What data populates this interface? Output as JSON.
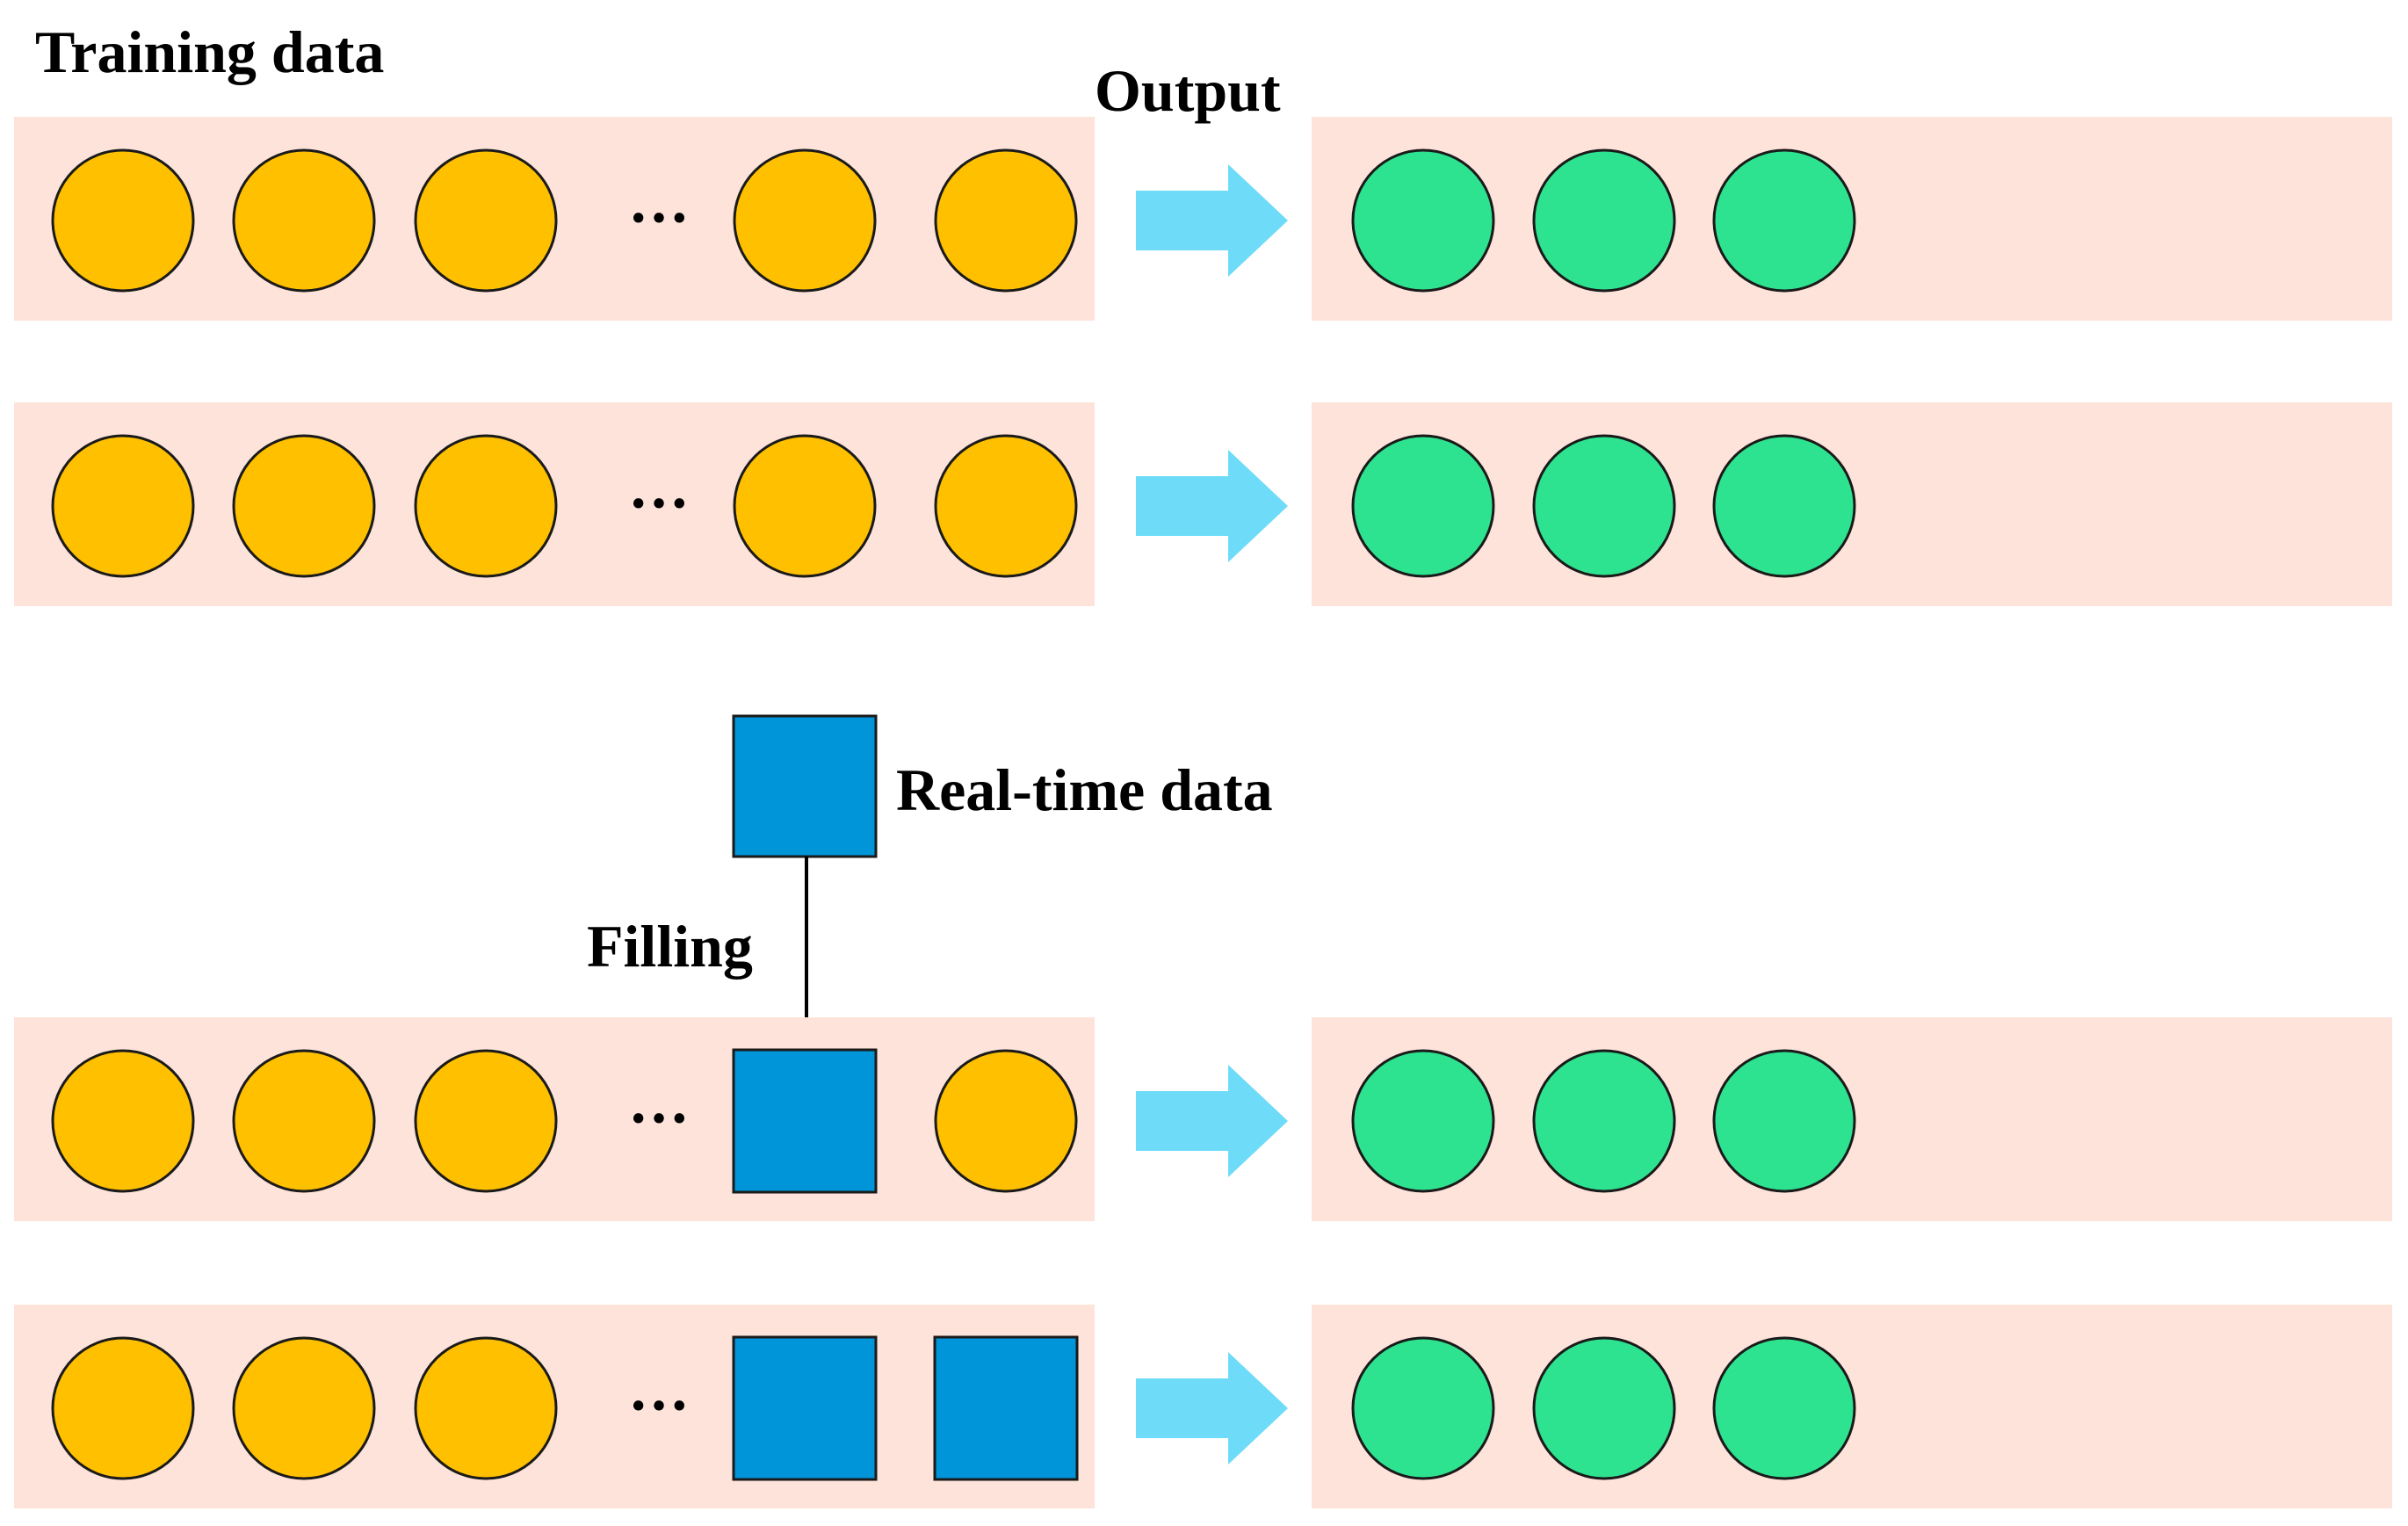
{
  "labels": {
    "training_data": "Training data",
    "output": "Output",
    "real_time_data": "Real-time data",
    "filling": "Filling"
  },
  "ellipsis": "···",
  "colors": {
    "panel": "#fde3da",
    "input_circle": "#ffc000",
    "output_circle": "#2ee38f",
    "real_time_square": "#0095d9",
    "arrow": "#6edcf8",
    "stroke": "#1a1a1a"
  },
  "rows": [
    {
      "input_slots": [
        "circle",
        "circle",
        "circle",
        "circle",
        "circle"
      ],
      "outputs": 3
    },
    {
      "input_slots": [
        "circle",
        "circle",
        "circle",
        "circle",
        "circle"
      ],
      "outputs": 3
    },
    {
      "input_slots": [
        "circle",
        "circle",
        "circle",
        "square",
        "circle"
      ],
      "outputs": 3
    },
    {
      "input_slots": [
        "circle",
        "circle",
        "circle",
        "square",
        "square"
      ],
      "outputs": 3
    }
  ]
}
